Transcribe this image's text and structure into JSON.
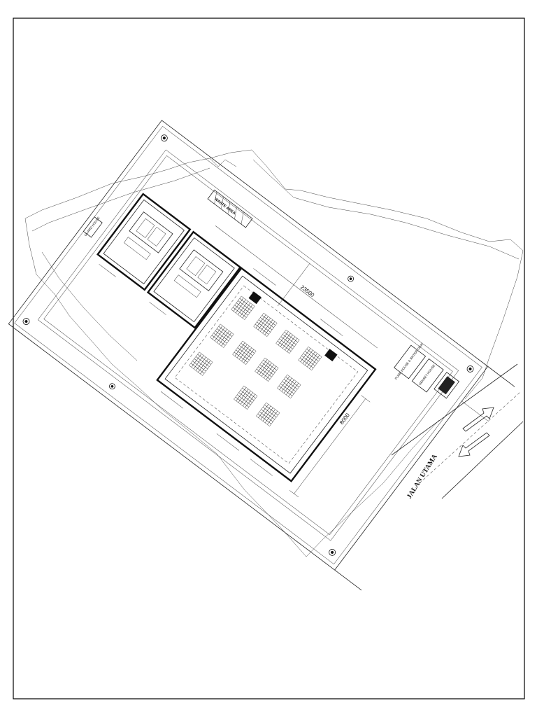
{
  "labels": {
    "road_name": "JALAN UTAMA",
    "dim_length": "23500",
    "dim_width": "8000",
    "guard_house": "GUARD HOUSE",
    "pump_house": "PUMP HOUSE & WATER TANK",
    "genset_house": "GENSET HOUSE",
    "waste_area": "WASTE AREA"
  },
  "colors": {
    "line": "#222222",
    "fill_dark": "#111111",
    "background": "#ffffff"
  }
}
